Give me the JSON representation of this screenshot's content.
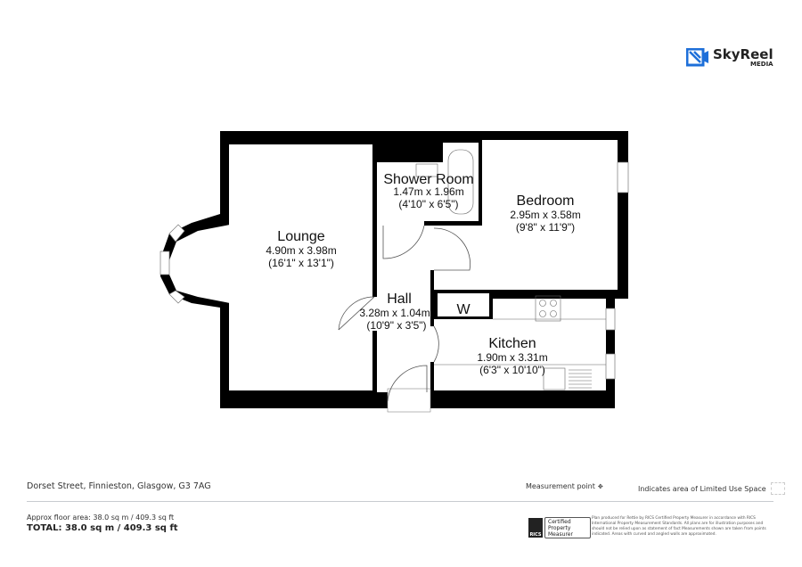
{
  "brand": {
    "name": "SkyReel",
    "sub": "MEDIA",
    "color": "#1e6fd9"
  },
  "rooms": {
    "lounge": {
      "name": "Lounge",
      "metric": "4.90m x 3.98m",
      "imperial": "(16'1\" x 13'1\")"
    },
    "shower": {
      "name": "Shower Room",
      "metric": "1.47m x 1.96m",
      "imperial": "(4'10\" x 6'5\")"
    },
    "bedroom": {
      "name": "Bedroom",
      "metric": "2.95m x 3.58m",
      "imperial": "(9'8\" x 11'9\")"
    },
    "hall": {
      "name": "Hall",
      "metric": "3.28m x 1.04m",
      "imperial": "(10'9\" x 3'5\")"
    },
    "kitchen": {
      "name": "Kitchen",
      "metric": "1.90m x 3.31m",
      "imperial": "(6'3\" x 10'10\")"
    },
    "cupboard": {
      "name": "W"
    }
  },
  "footer": {
    "address": "Dorset Street, Finnieston, Glasgow, G3 7AG",
    "measurement_point": "Measurement point",
    "limited_use": "Indicates area of  Limited Use Space",
    "approx_area": "Approx floor area: 38.0 sq m / 409.3 sq ft",
    "total": "TOTAL: 38.0 sq m / 409.3 sq ft",
    "rics_badge": "RICS",
    "rics_label": "Certified Property Measurer",
    "disclaimer": "Plan produced for Rettie by RICS Certified Property Measurer in accordance with RICS International Property Measurement Standards. All plans are for illustration purposes and should not be relied upon as statement of fact Measurements shown are taken from points indicated. Areas with curved and angled walls are approximated."
  }
}
